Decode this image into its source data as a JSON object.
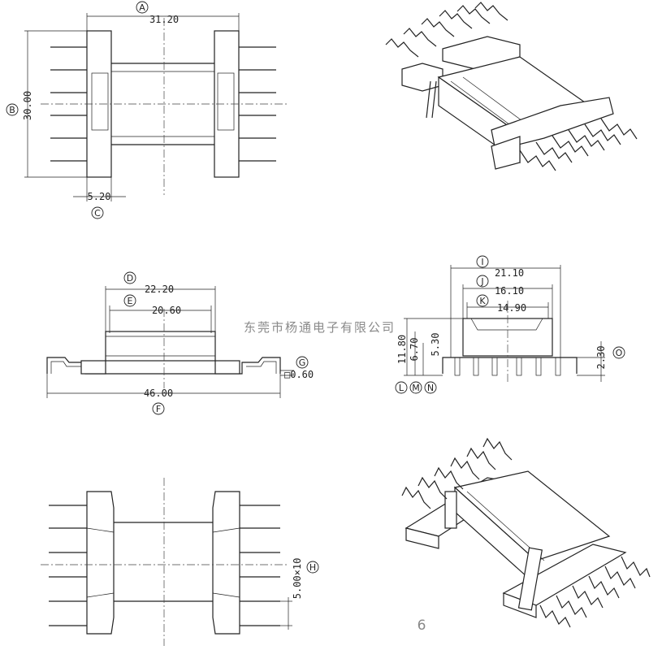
{
  "dimensions": {
    "A": {
      "bubble": "A",
      "value": "31.20"
    },
    "B": {
      "bubble": "B",
      "value": "30.00"
    },
    "C": {
      "bubble": "C",
      "value": "5.20"
    },
    "D": {
      "bubble": "D",
      "value": "22.20"
    },
    "E": {
      "bubble": "E",
      "value": "20.60"
    },
    "F": {
      "bubble": "F",
      "value": "46.00"
    },
    "G": {
      "bubble": "G",
      "value": "□0.60"
    },
    "H": {
      "bubble": "H",
      "value": "5.00×10"
    },
    "I": {
      "bubble": "I",
      "value": "21.10"
    },
    "J": {
      "bubble": "J",
      "value": "16.10"
    },
    "K": {
      "bubble": "K",
      "value": "14.90"
    },
    "L": {
      "bubble": "L",
      "value": "11.80"
    },
    "M": {
      "bubble": "M",
      "value": "6.70"
    },
    "N": {
      "bubble": "N",
      "value": "5.30"
    },
    "O": {
      "bubble": "O",
      "value": "2.30"
    }
  },
  "watermark": "东莞市杨通电子有限公司",
  "page_number": "6"
}
